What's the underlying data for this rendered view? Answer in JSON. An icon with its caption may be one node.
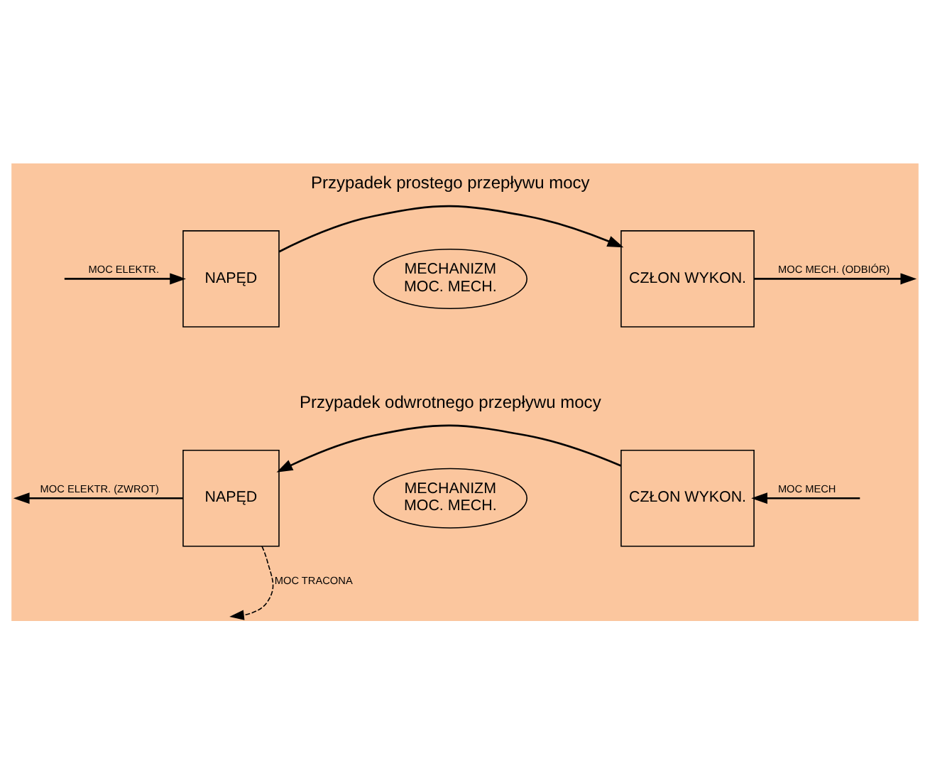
{
  "diagram": {
    "nodes": [
      {
        "text": [
          "NAPĘD"
        ]
      },
      {
        "text": [
          "MECHANIZM",
          "MOC. MECH."
        ]
      },
      {
        "text": [
          "CZŁON WYKON."
        ]
      },
      {
        "text": [
          "NAPĘD"
        ]
      },
      {
        "text": [
          "MECHANIZM",
          "MOC. MECH."
        ]
      },
      {
        "text": [
          "CZŁON WYKON."
        ]
      }
    ],
    "edges": [
      {
        "from": null,
        "to": 0,
        "arrow": "to",
        "label": "MOC ELEKTR."
      },
      {
        "from": 0,
        "to": 2,
        "arrow": "to"
      },
      {
        "from": 2,
        "to": null,
        "arrow": "to",
        "label": "MOC MECH. (ODBIÓR)"
      },
      {
        "from": null,
        "to": 5,
        "arrow": "to",
        "label": "MOC MECH"
      },
      {
        "from": 5,
        "to": 3,
        "arrow": "to"
      },
      {
        "from": 3,
        "to": null,
        "arrow": "to",
        "label": "MOC ELEKTR. (ZWROT)"
      },
      {
        "from": 3,
        "to": null,
        "arrow": "to",
        "label": "MOC TRACONA",
        "style": "dashed"
      }
    ],
    "labels": [
      "Przypadek prostego przepływu mocy",
      "Przypadek odwrotnego przepływu mocy"
    ]
  }
}
